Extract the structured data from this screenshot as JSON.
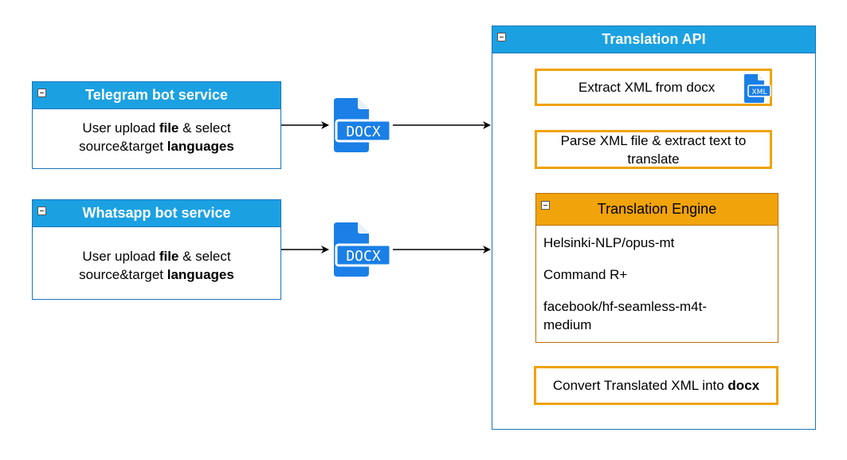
{
  "telegram": {
    "title": "Telegram bot service",
    "text_a": "User upload ",
    "text_b": "file",
    "text_c": " & select",
    "text_d": "source&target ",
    "text_e": "languages"
  },
  "whatsapp": {
    "title": "Whatsapp bot service",
    "text_a": "User upload ",
    "text_b": "file",
    "text_c": " & select",
    "text_d": "source&target ",
    "text_e": "languages"
  },
  "docx_icon": {
    "label": "DOCX",
    "icon": "docx-file-icon",
    "color": "#1a7fe6"
  },
  "xml_icon": {
    "label": "XML",
    "icon": "xml-file-icon",
    "color": "#1a7fe6"
  },
  "api": {
    "title": "Translation API",
    "extract": "Extract XML from docx",
    "parse": "Parse XML file & extract text to translate",
    "engine": {
      "title": "Translation Engine",
      "models": [
        "Helsinki-NLP/opus-mt",
        "Command R+",
        "facebook/hf-seamless-m4t-medium"
      ]
    },
    "convert_a": "Convert Translated XML into ",
    "convert_b": "docx"
  },
  "colors": {
    "header_blue": "#1ba1e2",
    "border_blue": "#1b75bb",
    "orange": "#f0a30a",
    "arrow_blue": "#10739e"
  }
}
